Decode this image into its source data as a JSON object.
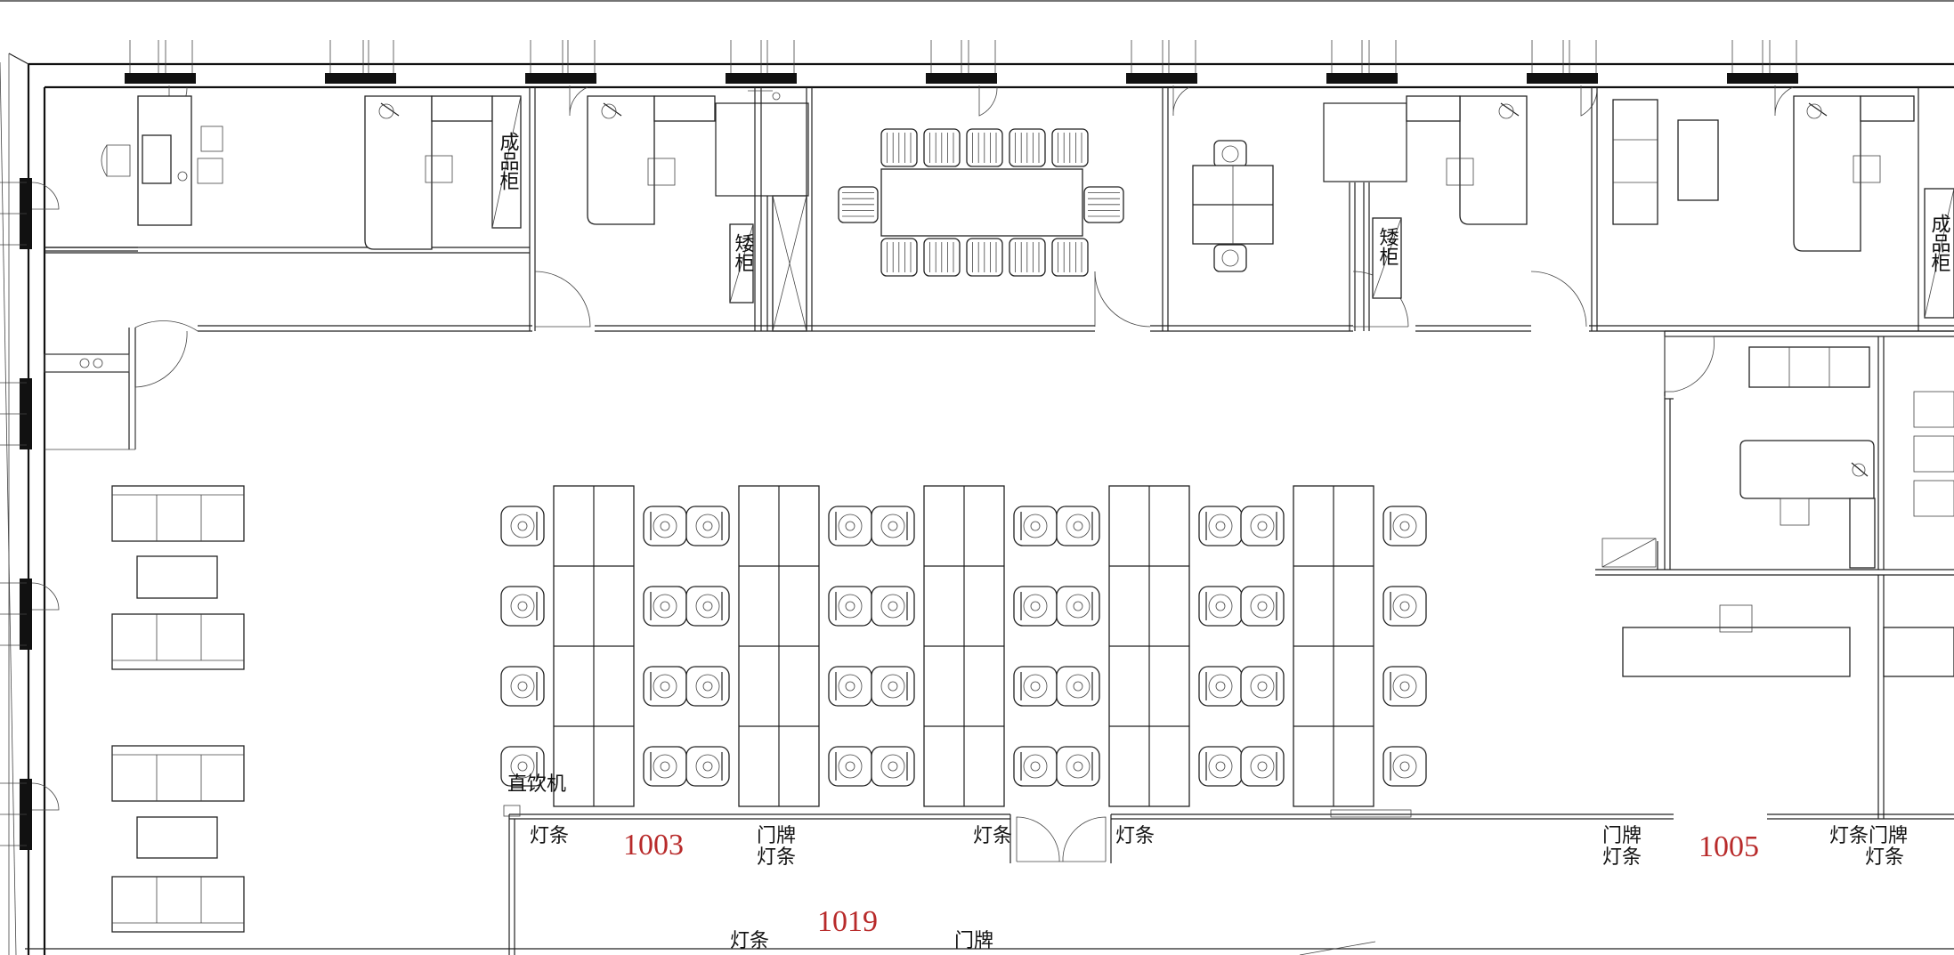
{
  "labels": {
    "chengpingui": "成品柜",
    "aigui": "矮柜",
    "zhiyinji": "直饮机",
    "dengtiao": "灯条",
    "menpai": "门牌",
    "dengtiao_menpai": "灯条门牌"
  },
  "rooms": {
    "r1003": "1003",
    "r1005": "1005",
    "r1019": "1019"
  },
  "colors": {
    "line": "#111111",
    "room_number": "#b82a2a",
    "background": "#ffffff"
  }
}
